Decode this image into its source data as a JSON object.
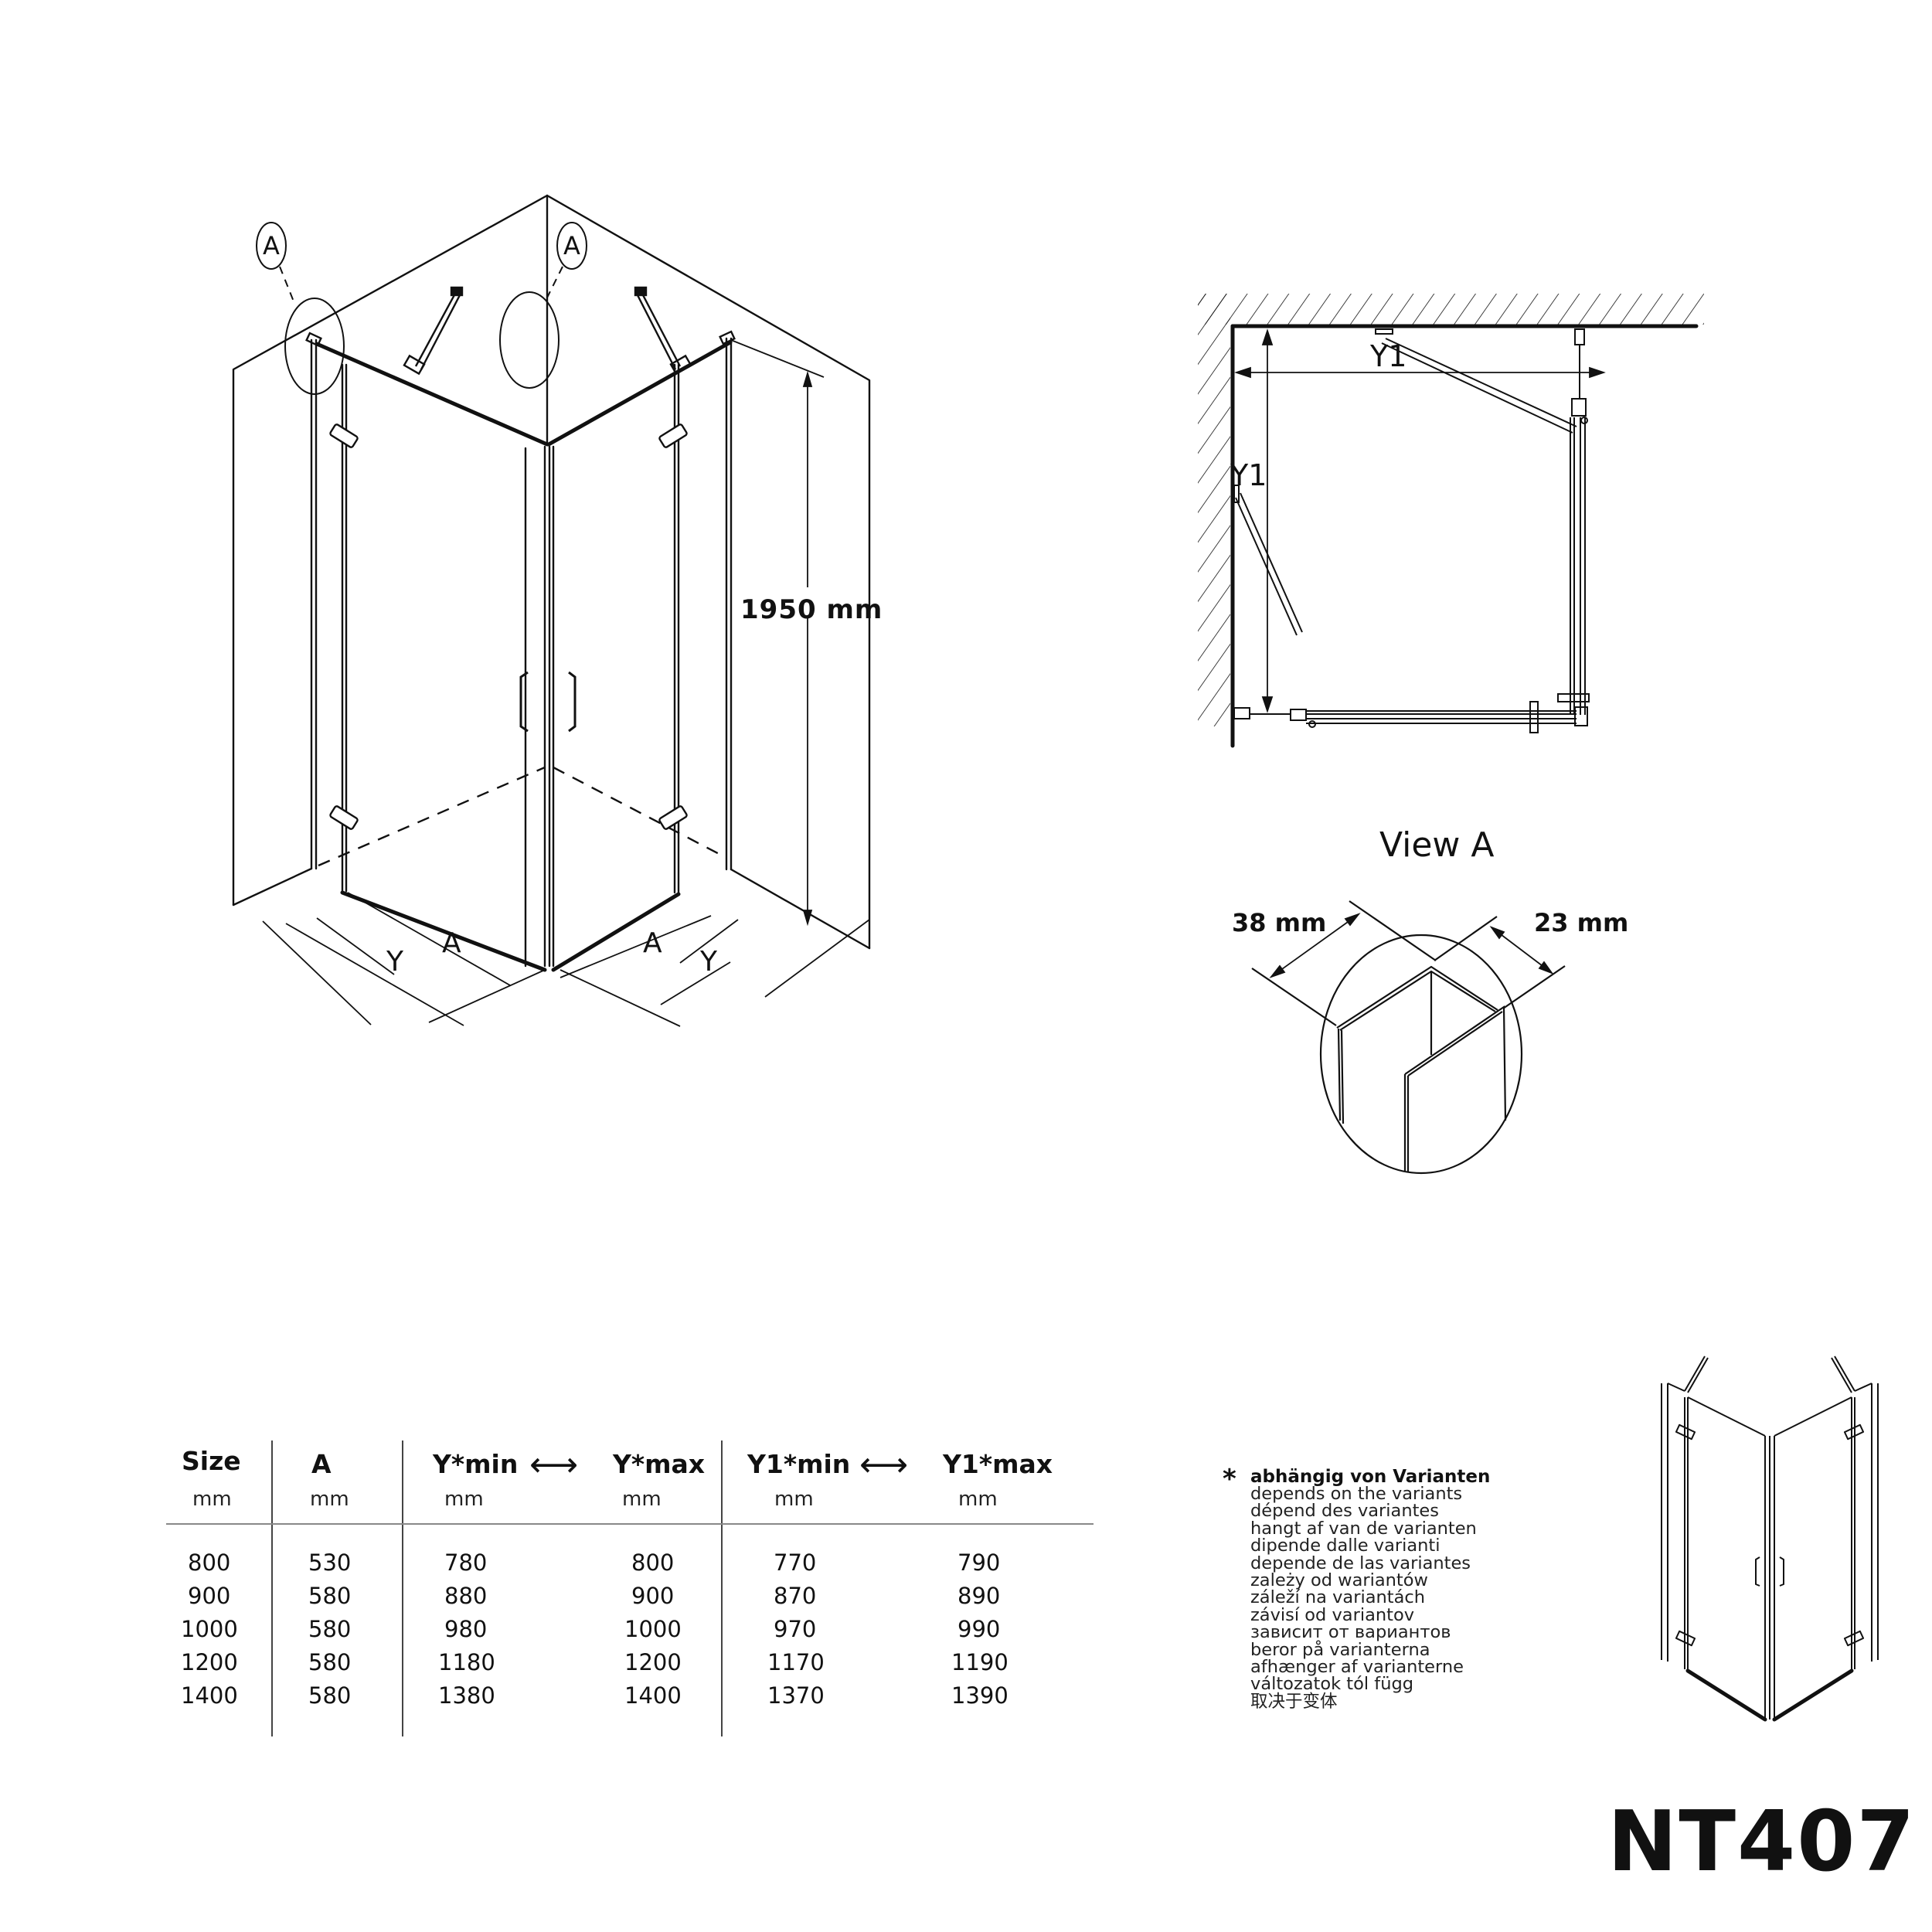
{
  "main_drawing": {
    "detail_markers": [
      {
        "label": "A",
        "side": "left"
      },
      {
        "label": "A",
        "side": "right"
      }
    ],
    "height_dimension": "1950 mm",
    "width_labels": {
      "left_door": "A",
      "left_total": "Y",
      "right_door": "A",
      "right_total": "Y"
    }
  },
  "plan_view": {
    "horizontal_label": "Y1",
    "vertical_label": "Y1"
  },
  "view_a": {
    "title": "View A",
    "left_dimension": "38 mm",
    "right_dimension": "23 mm"
  },
  "size_table": {
    "headers": [
      {
        "label": "Size",
        "unit": "mm"
      },
      {
        "label": "A",
        "unit": "mm"
      },
      {
        "label": "Y*min",
        "unit": "mm"
      },
      {
        "label": "Y*max",
        "unit": "mm"
      },
      {
        "label": "Y1*min",
        "unit": "mm"
      },
      {
        "label": "Y1*max",
        "unit": "mm"
      }
    ],
    "range_arrow": "⟷",
    "rows": [
      [
        "800",
        "530",
        "780",
        "800",
        "770",
        "790"
      ],
      [
        "900",
        "580",
        "880",
        "900",
        "870",
        "890"
      ],
      [
        "1000",
        "580",
        "980",
        "1000",
        "970",
        "990"
      ],
      [
        "1200",
        "580",
        "1180",
        "1200",
        "1170",
        "1190"
      ],
      [
        "1400",
        "580",
        "1380",
        "1400",
        "1370",
        "1390"
      ]
    ]
  },
  "footnote": {
    "marker": "*",
    "primary": "abhängig von Varianten",
    "translations": [
      "depends on the variants",
      "dépend des variantes",
      "hangt af van de varianten",
      "dipende dalle varianti",
      "depende de las variantes",
      "zależy od wariantów",
      "záleží na variantách",
      "závisí od variantov",
      "зависит от вариантов",
      "beror på varianterna",
      "afhænger af varianterne",
      "változatok tól függ",
      "取决于变体"
    ]
  },
  "product_code": "NT407",
  "colors": {
    "line": "#111111",
    "background": "#ffffff",
    "table_rule": "#888888"
  }
}
